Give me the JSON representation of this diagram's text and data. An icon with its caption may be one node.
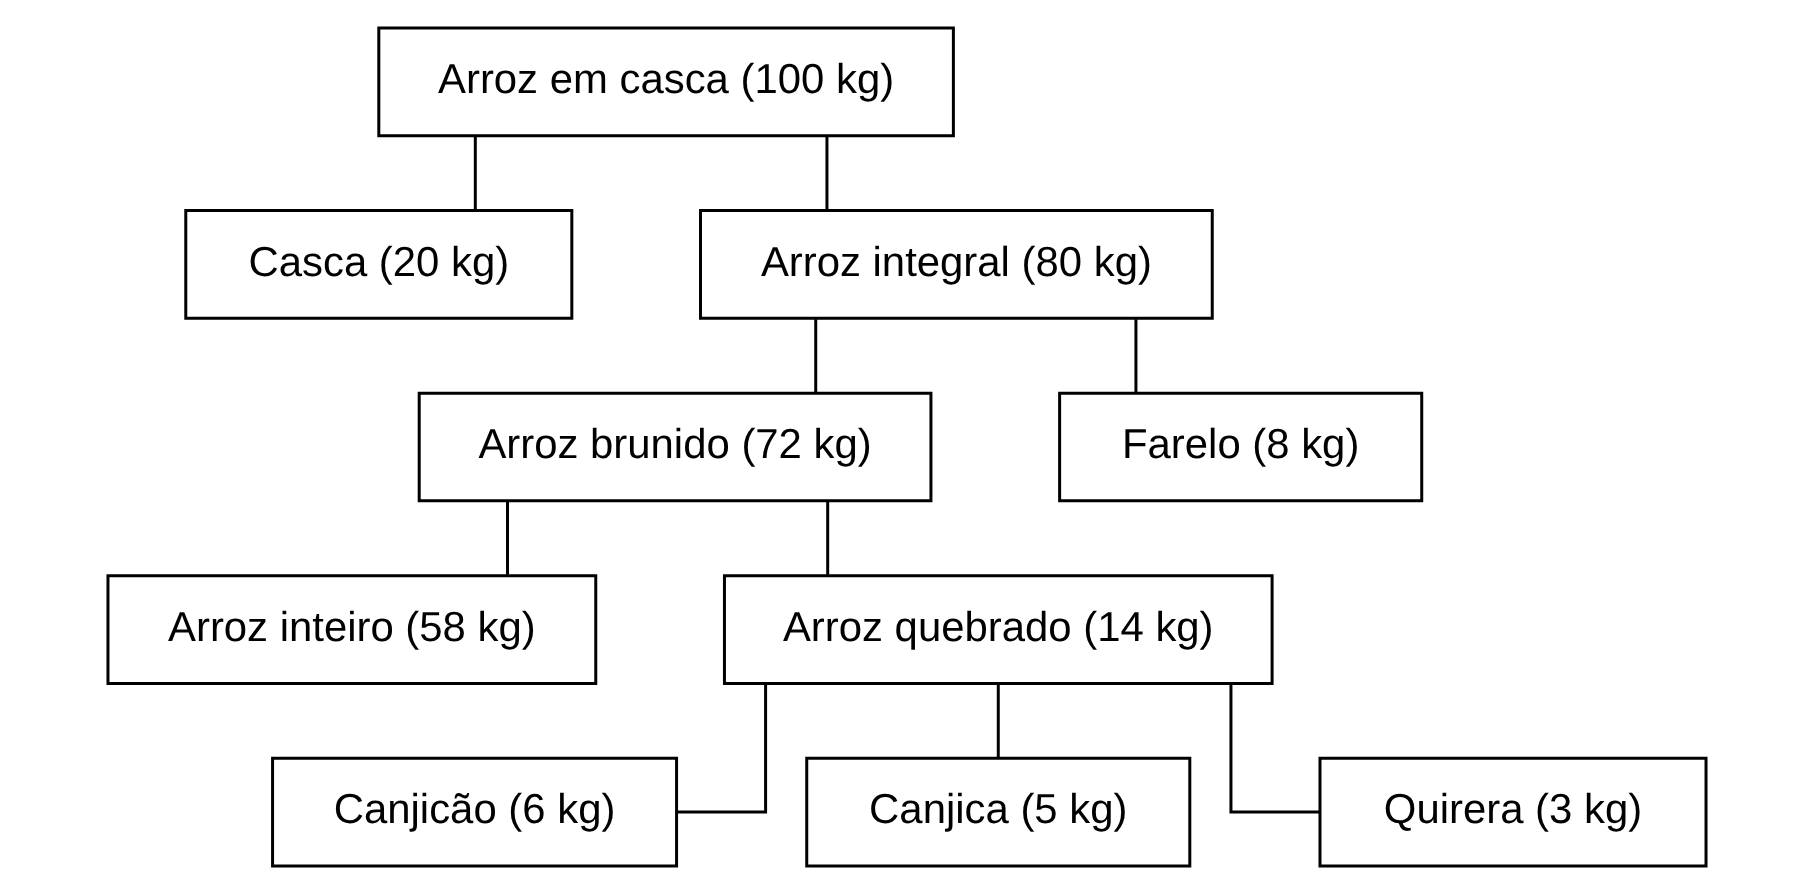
{
  "diagram": {
    "nodes": [
      {
        "text": [
          "Arroz em casca (100 kg)"
        ]
      },
      {
        "text": [
          "Casca (20 kg)"
        ]
      },
      {
        "text": [
          "Arroz integral (80 kg)"
        ]
      },
      {
        "text": [
          "Arroz brunido (72 kg)"
        ]
      },
      {
        "text": [
          "Farelo (8 kg)"
        ]
      },
      {
        "text": [
          "Arroz inteiro (58 kg)"
        ]
      },
      {
        "text": [
          "Arroz quebrado (14 kg)"
        ]
      },
      {
        "text": [
          "Canjicão (6 kg)"
        ]
      },
      {
        "text": [
          "Canjica (5 kg)"
        ]
      },
      {
        "text": [
          "Quirera (3 kg)"
        ]
      }
    ],
    "edges": [
      {
        "from": 0,
        "to": 1,
        "arrow": "none"
      },
      {
        "from": 0,
        "to": 2,
        "arrow": "none"
      },
      {
        "from": 2,
        "to": 3,
        "arrow": "none"
      },
      {
        "from": 2,
        "to": 4,
        "arrow": "none"
      },
      {
        "from": 3,
        "to": 5,
        "arrow": "none"
      },
      {
        "from": 3,
        "to": 6,
        "arrow": "none"
      },
      {
        "from": 6,
        "to": 7,
        "arrow": "none"
      },
      {
        "from": 6,
        "to": 8,
        "arrow": "none"
      },
      {
        "from": 6,
        "to": 9,
        "arrow": "none"
      }
    ]
  }
}
